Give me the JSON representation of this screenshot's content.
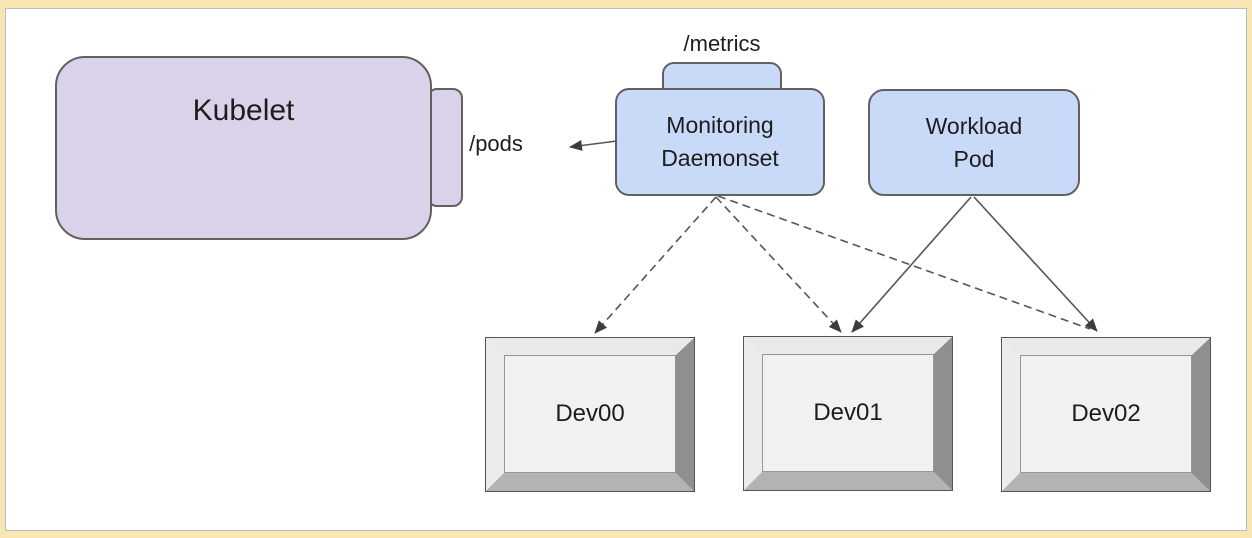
{
  "frame": {
    "background_color": "#f8e7b4",
    "canvas_color": "#ffffff"
  },
  "colors": {
    "kubelet_fill": "#d9d2e9",
    "pod_fill": "#c9daf8",
    "node_border": "#616161",
    "edge_stroke": "#555555",
    "arrowhead": "#3d3d3d",
    "device_face": "#f1f1f1",
    "device_bevel_dark": "#8f8f8f"
  },
  "nodes": {
    "kubelet": {
      "label": "Kubelet"
    },
    "monitoring_daemonset": {
      "label": "Monitoring\nDaemonset"
    },
    "workload_pod": {
      "label": "Workload\nPod"
    },
    "endpoints": {
      "metrics": "/metrics",
      "pods": "/pods"
    },
    "devices": [
      {
        "label": "Dev00"
      },
      {
        "label": "Dev01"
      },
      {
        "label": "Dev02"
      }
    ]
  },
  "edges": [
    {
      "from": "monitoring_daemonset",
      "to": "kubelet /pods",
      "style": "solid",
      "arrow": true
    },
    {
      "from": "monitoring_daemonset",
      "to": "Dev00",
      "style": "dashed",
      "arrow": true
    },
    {
      "from": "monitoring_daemonset",
      "to": "Dev01",
      "style": "dashed",
      "arrow": true
    },
    {
      "from": "monitoring_daemonset",
      "to": "Dev02",
      "style": "dashed",
      "arrow": true
    },
    {
      "from": "workload_pod",
      "to": "Dev01",
      "style": "solid",
      "arrow": true
    },
    {
      "from": "workload_pod",
      "to": "Dev02",
      "style": "solid",
      "arrow": true
    }
  ]
}
